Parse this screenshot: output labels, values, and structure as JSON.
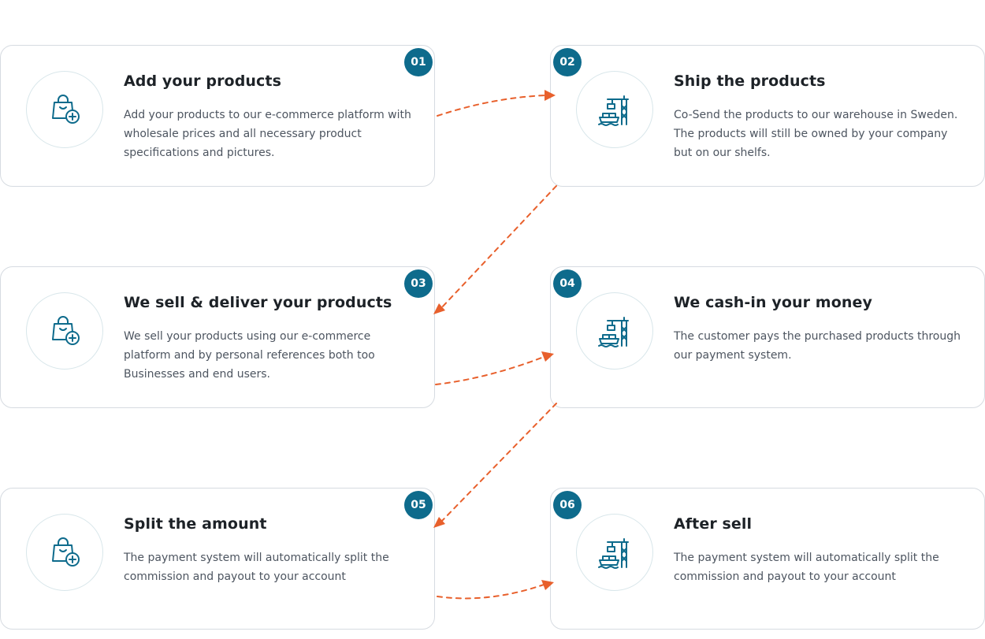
{
  "steps": [
    {
      "number": "01",
      "title": "Add your products",
      "description": "Add your products to our e-commerce platform with wholesale prices and all necessary product specifications and pictures.",
      "icon": "shopping-bag-plus-icon"
    },
    {
      "number": "02",
      "title": "Ship the products",
      "description": "Co-Send the products to our warehouse in Sweden. The products will still be owned by your company but on our shelfs.",
      "icon": "port-crane-ship-icon"
    },
    {
      "number": "03",
      "title": "We sell & deliver your products",
      "description": "We sell your products using our e-commerce platform and by personal references both too Businesses and end users.",
      "icon": "shopping-bag-plus-icon"
    },
    {
      "number": "04",
      "title": "We cash-in your money",
      "description": "The customer pays the purchased products through our payment system.",
      "icon": "port-crane-ship-icon"
    },
    {
      "number": "05",
      "title": "Split the amount",
      "description": "The payment system will automatically split the commission and payout to your account",
      "icon": "shopping-bag-plus-icon"
    },
    {
      "number": "06",
      "title": "After sell",
      "description": "The payment system will automatically split the commission and payout to your account",
      "icon": "port-crane-ship-icon"
    }
  ],
  "colors": {
    "accent": "#0e6b8c",
    "arrow": "#e8602c",
    "border": "#d6dbe1",
    "title": "#1d2227",
    "text": "#4d5560"
  }
}
